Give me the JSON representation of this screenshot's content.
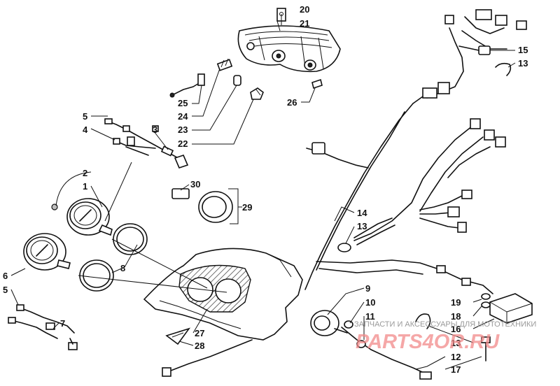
{
  "callouts": [
    {
      "id": "c20",
      "label": "20"
    },
    {
      "id": "c21",
      "label": "21"
    },
    {
      "id": "c15",
      "label": "15"
    },
    {
      "id": "c13a",
      "label": "13"
    },
    {
      "id": "c25",
      "label": "25"
    },
    {
      "id": "c24",
      "label": "24"
    },
    {
      "id": "c23",
      "label": "23"
    },
    {
      "id": "c22",
      "label": "22"
    },
    {
      "id": "c26",
      "label": "26"
    },
    {
      "id": "c5a",
      "label": "5"
    },
    {
      "id": "c4",
      "label": "4"
    },
    {
      "id": "c3",
      "label": "3"
    },
    {
      "id": "c2",
      "label": "2"
    },
    {
      "id": "c1",
      "label": "1"
    },
    {
      "id": "c30",
      "label": "30"
    },
    {
      "id": "c29",
      "label": "29"
    },
    {
      "id": "c14",
      "label": "14"
    },
    {
      "id": "c13b",
      "label": "13"
    },
    {
      "id": "c6",
      "label": "6"
    },
    {
      "id": "c5b",
      "label": "5"
    },
    {
      "id": "c8",
      "label": "8"
    },
    {
      "id": "c7",
      "label": "7"
    },
    {
      "id": "c9",
      "label": "9"
    },
    {
      "id": "c10",
      "label": "10"
    },
    {
      "id": "c11",
      "label": "11"
    },
    {
      "id": "c19",
      "label": "19"
    },
    {
      "id": "c18",
      "label": "18"
    },
    {
      "id": "c16",
      "label": "16"
    },
    {
      "id": "c13c",
      "label": "13"
    },
    {
      "id": "c12",
      "label": "12"
    },
    {
      "id": "c17",
      "label": "17"
    },
    {
      "id": "c27",
      "label": "27"
    },
    {
      "id": "c28",
      "label": "28"
    }
  ],
  "watermark": {
    "tagline": "ЗАПЧАСТИ И АКСЕССУАРЫ ДЛЯ МОТОТЕХНИКИ",
    "logo": "PARTS4OR.RU"
  }
}
